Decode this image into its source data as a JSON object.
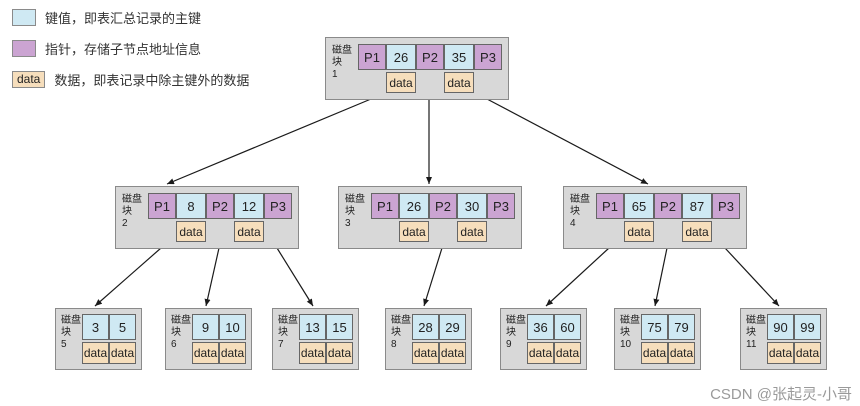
{
  "legend": [
    {
      "swatch": "key",
      "label": "键值，即表汇总记录的主键"
    },
    {
      "swatch": "pointer",
      "label": "指针，存储子节点地址信息"
    },
    {
      "swatch": "data",
      "swatch_text": "data",
      "label": "数据，即表记录中除主键外的数据"
    }
  ],
  "labels": {
    "disk_block": "磁盘块",
    "p1": "P1",
    "p2": "P2",
    "p3": "P3",
    "data": "data"
  },
  "colors": {
    "key_cell": "#cfe9f3",
    "pointer_cell": "#cba4d2",
    "data_cell": "#f6debc",
    "node_bg": "#d8d8d8"
  },
  "internal_nodes": [
    {
      "num": "1",
      "keys": [
        "26",
        "35"
      ]
    },
    {
      "num": "2",
      "keys": [
        "8",
        "12"
      ]
    },
    {
      "num": "3",
      "keys": [
        "26",
        "30"
      ]
    },
    {
      "num": "4",
      "keys": [
        "65",
        "87"
      ]
    }
  ],
  "leaf_nodes": [
    {
      "num": "5",
      "keys": [
        "3",
        "5"
      ]
    },
    {
      "num": "6",
      "keys": [
        "9",
        "10"
      ]
    },
    {
      "num": "7",
      "keys": [
        "13",
        "15"
      ]
    },
    {
      "num": "8",
      "keys": [
        "28",
        "29"
      ]
    },
    {
      "num": "9",
      "keys": [
        "36",
        "60"
      ]
    },
    {
      "num": "10",
      "keys": [
        "75",
        "79"
      ]
    },
    {
      "num": "11",
      "keys": [
        "90",
        "99"
      ]
    }
  ],
  "watermark": "CSDN @张起灵-小哥"
}
